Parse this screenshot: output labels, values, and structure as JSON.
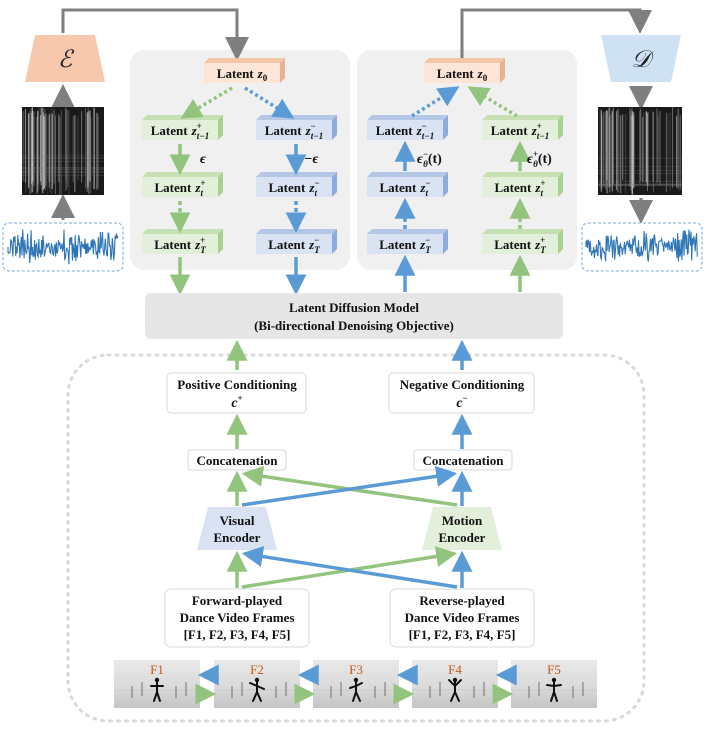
{
  "encoder": {
    "symbol": "ℰ",
    "color": "#f6c8ae"
  },
  "decoder": {
    "symbol": "𝒟",
    "color": "#cfe2f3"
  },
  "colors": {
    "positive": "#92c47d",
    "negative": "#5b9bd5",
    "arrow_gray": "#7f7f7f",
    "latent_green": "#e2efda",
    "latent_blue": "#dae3f3",
    "latent_orange": "#fce4d6"
  },
  "left_panel": {
    "top": {
      "label": "Latent",
      "sym": "z",
      "sub": "0"
    },
    "positive_column": [
      {
        "label": "Latent",
        "sym": "z",
        "sup": "+",
        "sub": "t−1"
      },
      {
        "label": "Latent",
        "sym": "z",
        "sup": "+",
        "sub": "t"
      },
      {
        "label": "Latent",
        "sym": "z",
        "sup": "+",
        "sub": "T"
      }
    ],
    "negative_column": [
      {
        "label": "Latent",
        "sym": "z",
        "sup": "−",
        "sub": "t−1"
      },
      {
        "label": "Latent",
        "sym": "z",
        "sup": "−",
        "sub": "t"
      },
      {
        "label": "Latent",
        "sym": "z",
        "sup": "−",
        "sub": "T"
      }
    ],
    "noise_positive": "ϵ",
    "noise_negative": "−ϵ"
  },
  "right_panel": {
    "top": {
      "label": "Latent",
      "sym": "z",
      "sub": "0"
    },
    "negative_column": [
      {
        "label": "Latent",
        "sym": "z",
        "sup": "−",
        "sub": "t−1"
      },
      {
        "label": "Latent",
        "sym": "z",
        "sup": "−",
        "sub": "t"
      },
      {
        "label": "Latent",
        "sym": "z",
        "sup": "−",
        "sub": "T"
      }
    ],
    "positive_column": [
      {
        "label": "Latent",
        "sym": "z",
        "sup": "+",
        "sub": "t−1"
      },
      {
        "label": "Latent",
        "sym": "z",
        "sup": "+",
        "sub": "t"
      },
      {
        "label": "Latent",
        "sym": "z",
        "sup": "+",
        "sub": "T"
      }
    ],
    "pred_negative": {
      "sym": "ϵ",
      "sup": "−",
      "sub": "θ",
      "arg": "(t)"
    },
    "pred_positive": {
      "sym": "ϵ",
      "sup": "+",
      "sub": "θ",
      "arg": "(t)"
    }
  },
  "ldm": {
    "title": "Latent Diffusion Model",
    "subtitle": "(Bi-directional Denoising Objective)"
  },
  "positive_conditioning": {
    "label": "Positive Conditioning",
    "sym": "c",
    "sup": "+"
  },
  "negative_conditioning": {
    "label": "Negative Conditioning",
    "sym": "c",
    "sup": "−"
  },
  "concat_left": "Concatenation",
  "concat_right": "Concatenation",
  "visual_encoder": {
    "line1": "Visual",
    "line2": "Encoder"
  },
  "motion_encoder": {
    "line1": "Motion",
    "line2": "Encoder"
  },
  "forward_frames": {
    "line1": "Forward-played",
    "line2": "Dance Video Frames",
    "line3": "[F1, F2, F3, F4, F5]"
  },
  "reverse_frames": {
    "line1": "Reverse-played",
    "line2": "Dance Video Frames",
    "line3": "[F1, F2, F3, F4, F5]"
  },
  "frames": [
    "F1",
    "F2",
    "F3",
    "F4",
    "F5"
  ]
}
